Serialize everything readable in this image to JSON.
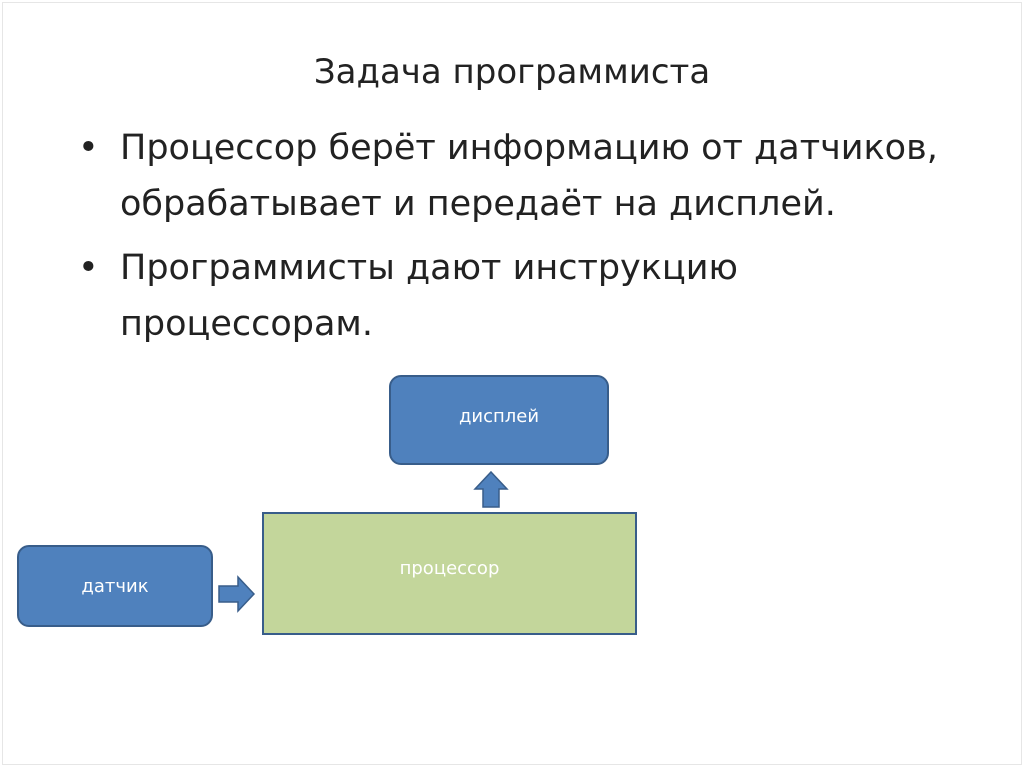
{
  "title": "Задача программиста",
  "bullets": [
    {
      "line1": "Процессор берёт информацию от датчиков,",
      "line2": "обрабатывает и передаёт на дисплей."
    },
    {
      "line1": "Программисты дают инструкцию",
      "line2": "процессорам."
    }
  ],
  "bullet_glyph": "•",
  "diagram": {
    "display": "дисплей",
    "processor": "процессор",
    "sensor": "датчик"
  },
  "colors": {
    "box_blue": "#4f81bd",
    "border": "#385d8a",
    "processor_green": "#c3d69b"
  }
}
